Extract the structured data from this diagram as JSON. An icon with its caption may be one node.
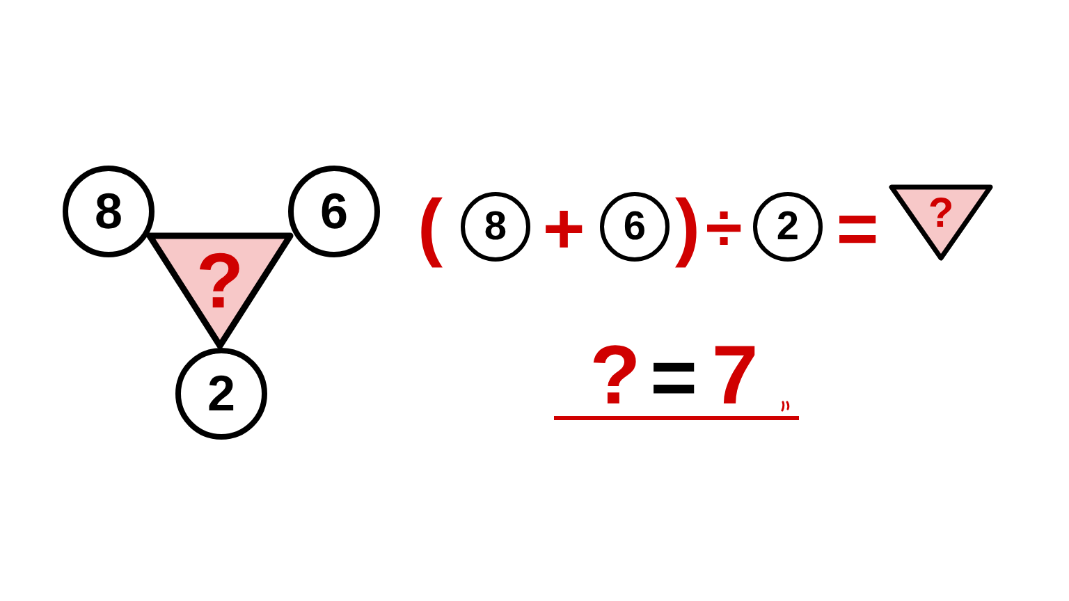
{
  "diagram": {
    "nodes": [
      {
        "text": [
          "8"
        ]
      },
      {
        "text": [
          "6"
        ]
      },
      {
        "text": [
          "?"
        ]
      },
      {
        "text": [
          "2"
        ]
      },
      {
        "text": [
          "8"
        ]
      },
      {
        "text": [
          "6"
        ]
      },
      {
        "text": [
          "2"
        ]
      },
      {
        "text": [
          "?"
        ]
      }
    ],
    "labels": [
      "(",
      "+",
      ")",
      "÷",
      "=",
      "?",
      "=",
      "7"
    ]
  }
}
